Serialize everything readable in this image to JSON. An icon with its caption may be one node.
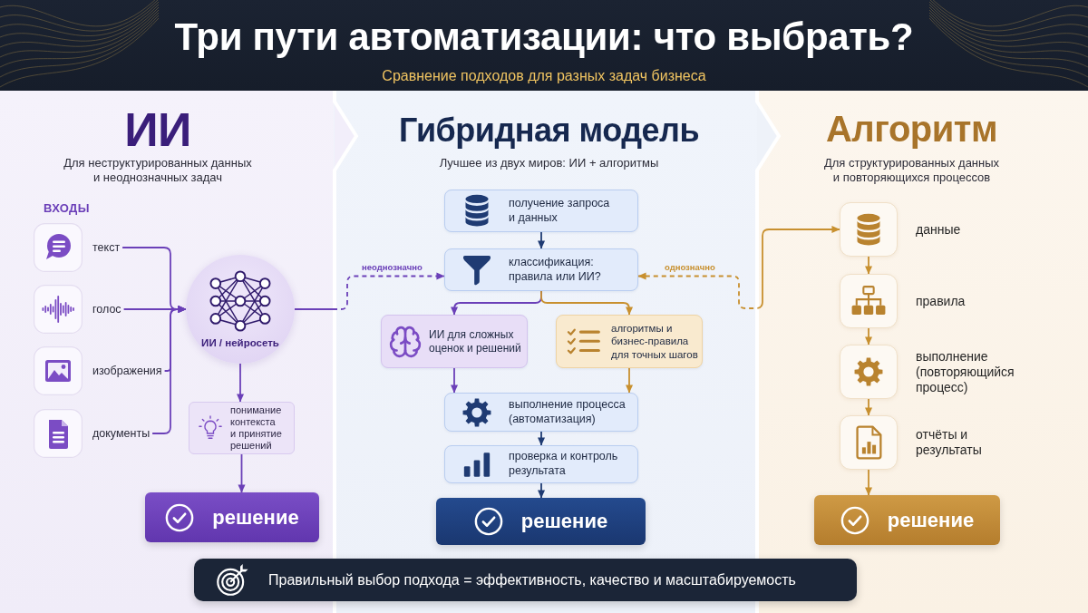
{
  "diagram": {
    "title": "Три пути автоматизации: что выбрать?",
    "nodes": [
      {
        "text": [
          "ИИ",
          "Для неструктурированных данных и неоднозначных задач"
        ]
      },
      {
        "text": [
          "текст"
        ],
        "in": 0
      },
      {
        "text": [
          "голос"
        ],
        "in": 0
      },
      {
        "text": [
          "изображения"
        ],
        "in": 0
      },
      {
        "text": [
          "документы"
        ],
        "in": 0
      },
      {
        "text": [
          "ИИ / нейросеть"
        ],
        "in": 0
      },
      {
        "text": [
          "понимание контекста и принятие решений"
        ],
        "in": 0
      },
      {
        "text": [
          "решение"
        ],
        "in": 0
      },
      {
        "text": [
          "Гибридная модель",
          "Лучшее из двух миров: ИИ + алгоритмы"
        ]
      },
      {
        "text": [
          "получение запроса и данных"
        ],
        "in": 8
      },
      {
        "text": [
          "классификация: правила или ИИ?"
        ],
        "in": 8
      },
      {
        "text": [
          "ИИ для сложных оценок и решений"
        ],
        "in": 8
      },
      {
        "text": [
          "алгоритмы и бизнес-правила для точных шагов"
        ],
        "in": 8
      },
      {
        "text": [
          "выполнение процесса (автоматизация)"
        ],
        "in": 8
      },
      {
        "text": [
          "проверка и контроль результата"
        ],
        "in": 8
      },
      {
        "text": [
          "решение"
        ],
        "in": 8
      },
      {
        "text": [
          "Алгоритм",
          "Для структурированных данных и повторяющихся процессов"
        ]
      },
      {
        "text": [],
        "shape": "box",
        "beside": [
          "данные"
        ],
        "in": 16
      },
      {
        "text": [],
        "shape": "box",
        "beside": [
          "правила"
        ],
        "in": 16
      },
      {
        "text": [],
        "shape": "box",
        "beside": [
          "выполнение (повторяющийся процесс)"
        ],
        "in": 16
      },
      {
        "text": [],
        "shape": "box",
        "beside": [
          "отчёты и результаты"
        ],
        "in": 16
      },
      {
        "text": [
          "решение"
        ],
        "in": 16
      },
      {
        "text": [
          "Правильный выбор подхода = эффективность, качество и масштабируемость"
        ]
      }
    ],
    "edges": [
      {
        "from": 1,
        "to": 5,
        "arrow": "to"
      },
      {
        "from": 2,
        "to": 5,
        "arrow": "to"
      },
      {
        "from": 3,
        "to": 5,
        "arrow": "to"
      },
      {
        "from": 4,
        "to": 5,
        "arrow": "to"
      },
      {
        "from": 5,
        "to": 6,
        "arrow": "to"
      },
      {
        "from": 6,
        "to": 7,
        "arrow": "to"
      },
      {
        "from": 5,
        "to": 10,
        "arrow": "to",
        "label": "неоднозначно",
        "style": "dashed"
      },
      {
        "from": 9,
        "to": 10,
        "arrow": "to",
        "color": "#1f3b73"
      },
      {
        "from": 10,
        "to": 11,
        "arrow": "to"
      },
      {
        "from": 10,
        "to": 12,
        "arrow": "to",
        "color": "#c8902f"
      },
      {
        "from": 11,
        "to": 13,
        "arrow": "to"
      },
      {
        "from": 12,
        "to": 13,
        "arrow": "to",
        "color": "#c8902f"
      },
      {
        "from": 13,
        "to": 14,
        "arrow": "to",
        "color": "#1f3b73"
      },
      {
        "from": 14,
        "to": 15,
        "arrow": "to",
        "color": "#1f3b73"
      },
      {
        "from": 17,
        "to": 10,
        "arrow": "both",
        "label": "однозначно",
        "style": "dashed",
        "color": "#c8902f"
      },
      {
        "from": 17,
        "to": 18,
        "arrow": "to",
        "color": "#c8902f"
      },
      {
        "from": 18,
        "to": 19,
        "arrow": "to",
        "color": "#c8902f"
      },
      {
        "from": 19,
        "to": 20,
        "arrow": "to",
        "color": "#c8902f"
      },
      {
        "from": 20,
        "to": 21,
        "arrow": "to",
        "color": "#c8902f"
      }
    ],
    "labels": [
      "Сравнение подходов для разных задач бизнеса",
      "ВХОДЫ"
    ]
  }
}
